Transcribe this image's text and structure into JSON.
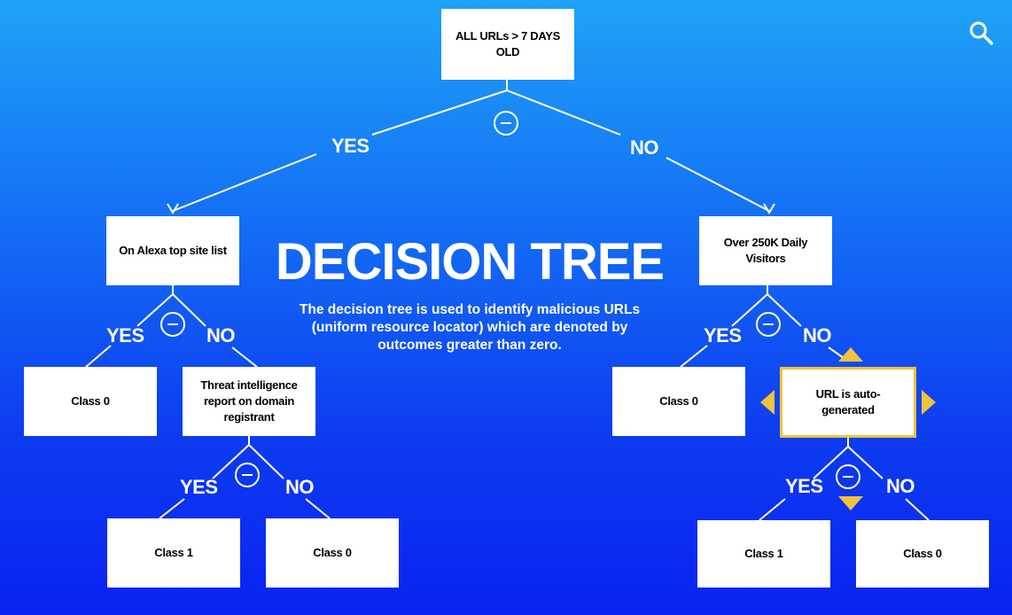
{
  "title": "DECISION TREE",
  "description": "The decision tree is used to identify malicious URLs (uniform resource locator) which are denoted by outcomes greater than zero.",
  "edge_labels": {
    "yes": "YES",
    "no": "NO"
  },
  "nodes": {
    "root": "ALL URLs > 7 DAYS OLD",
    "alexa": "On Alexa top site list",
    "visitors": "Over 250K Daily Visitors",
    "alexa_yes": "Class 0",
    "threat": "Threat intelligence report on domain registrant",
    "threat_yes": "Class 1",
    "threat_no": "Class 0",
    "visitors_yes": "Class 0",
    "autogen": "URL is auto-generated",
    "autogen_yes": "Class 1",
    "autogen_no": "Class 0"
  },
  "colors": {
    "selection": "#f2c23a",
    "node_fill": "#ffffff",
    "line": "#ffffff"
  },
  "icons": {
    "search": "search-icon",
    "collapse": "minus-circle-icon",
    "handle": "triangle-handle-icon"
  }
}
